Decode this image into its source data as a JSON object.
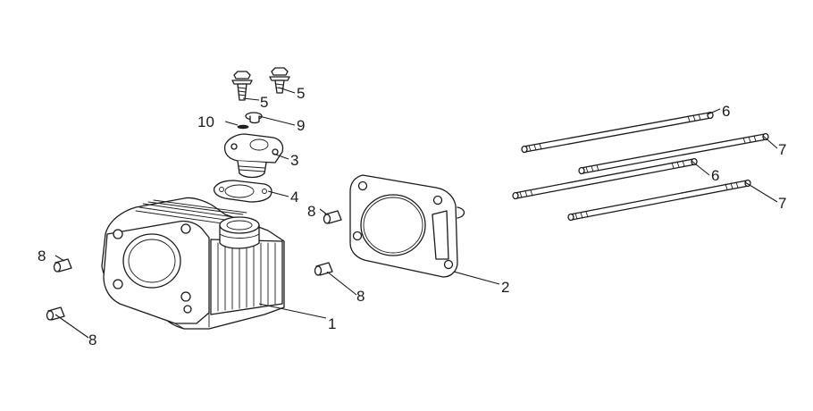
{
  "callouts": {
    "c1": "1",
    "c2": "2",
    "c3": "3",
    "c4": "4",
    "c5a": "5",
    "c5b": "5",
    "c6a": "6",
    "c6b": "6",
    "c7a": "7",
    "c7b": "7",
    "c8a": "8",
    "c8b": "8",
    "c8c": "8",
    "c8d": "8",
    "c9": "9",
    "c10": "10"
  }
}
